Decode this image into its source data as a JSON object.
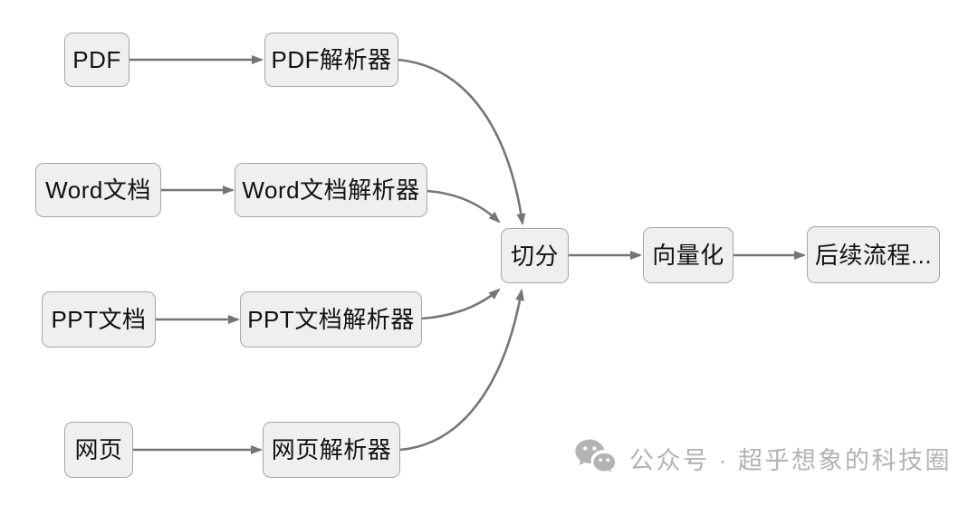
{
  "colors": {
    "background": "#ffffff",
    "node_fill": "#efefef",
    "node_border": "#a6a6a6",
    "node_text": "#111111",
    "arrow": "#757575",
    "watermark": "#b3b3b3"
  },
  "nodes": {
    "pdf": {
      "label": "PDF"
    },
    "pdf_parser": {
      "label": "PDF解析器"
    },
    "word": {
      "label": "Word文档"
    },
    "word_parser": {
      "label": "Word文档解析器"
    },
    "ppt": {
      "label": "PPT文档"
    },
    "ppt_parser": {
      "label": "PPT文档解析器"
    },
    "web": {
      "label": "网页"
    },
    "web_parser": {
      "label": "网页解析器"
    },
    "split": {
      "label": "切分"
    },
    "vectorize": {
      "label": "向量化"
    },
    "next": {
      "label": "后续流程..."
    }
  },
  "edges": [
    {
      "from": "PDF",
      "to": "PDF解析器"
    },
    {
      "from": "Word文档",
      "to": "Word文档解析器"
    },
    {
      "from": "PPT文档",
      "to": "PPT文档解析器"
    },
    {
      "from": "网页",
      "to": "网页解析器"
    },
    {
      "from": "PDF解析器",
      "to": "切分"
    },
    {
      "from": "Word文档解析器",
      "to": "切分"
    },
    {
      "from": "PPT文档解析器",
      "to": "切分"
    },
    {
      "from": "网页解析器",
      "to": "切分"
    },
    {
      "from": "切分",
      "to": "向量化"
    },
    {
      "from": "向量化",
      "to": "后续流程..."
    }
  ],
  "watermark": {
    "icon": "wechat-icon",
    "text": "公众号 · 超乎想象的科技圈"
  }
}
